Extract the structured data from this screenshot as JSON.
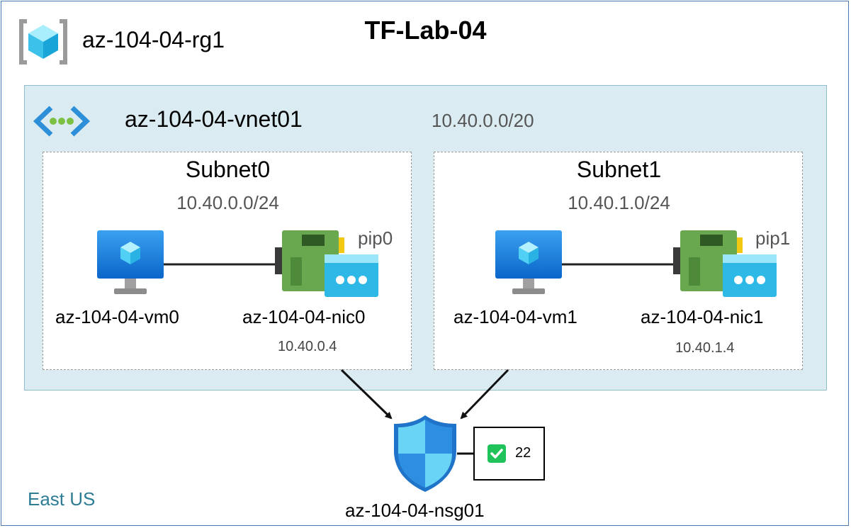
{
  "diagram": {
    "title": "TF-Lab-04",
    "resource_group": {
      "label": "az-104-04-rg1",
      "icon": "resource-group-icon"
    },
    "vnet": {
      "label": "az-104-04-vnet01",
      "cidr": "10.40.0.0/20",
      "icon": "vnet-icon"
    },
    "subnets": [
      {
        "label": "Subnet0",
        "cidr": "10.40.0.0/24",
        "vm": {
          "label": "az-104-04-vm0",
          "icon": "virtual-machine-icon"
        },
        "nic": {
          "label": "az-104-04-nic0",
          "ip": "10.40.0.4",
          "icon": "network-interface-icon"
        },
        "pip": {
          "label": "pip0",
          "icon": "public-ip-icon"
        }
      },
      {
        "label": "Subnet1",
        "cidr": "10.40.1.0/24",
        "vm": {
          "label": "az-104-04-vm1",
          "icon": "virtual-machine-icon"
        },
        "nic": {
          "label": "az-104-04-nic1",
          "ip": "10.40.1.4",
          "icon": "network-interface-icon"
        },
        "pip": {
          "label": "pip1",
          "icon": "public-ip-icon"
        }
      }
    ],
    "nsg": {
      "label": "az-104-04-nsg01",
      "icon": "nsg-shield-icon",
      "rule": {
        "port": "22",
        "icon": "check-icon"
      }
    },
    "region": "East US",
    "colors": {
      "vnet_fill": "#daebf2",
      "region_text": "#2e7d94",
      "azure_blue": "#1e88e5",
      "nic_green": "#6aa84f"
    }
  }
}
